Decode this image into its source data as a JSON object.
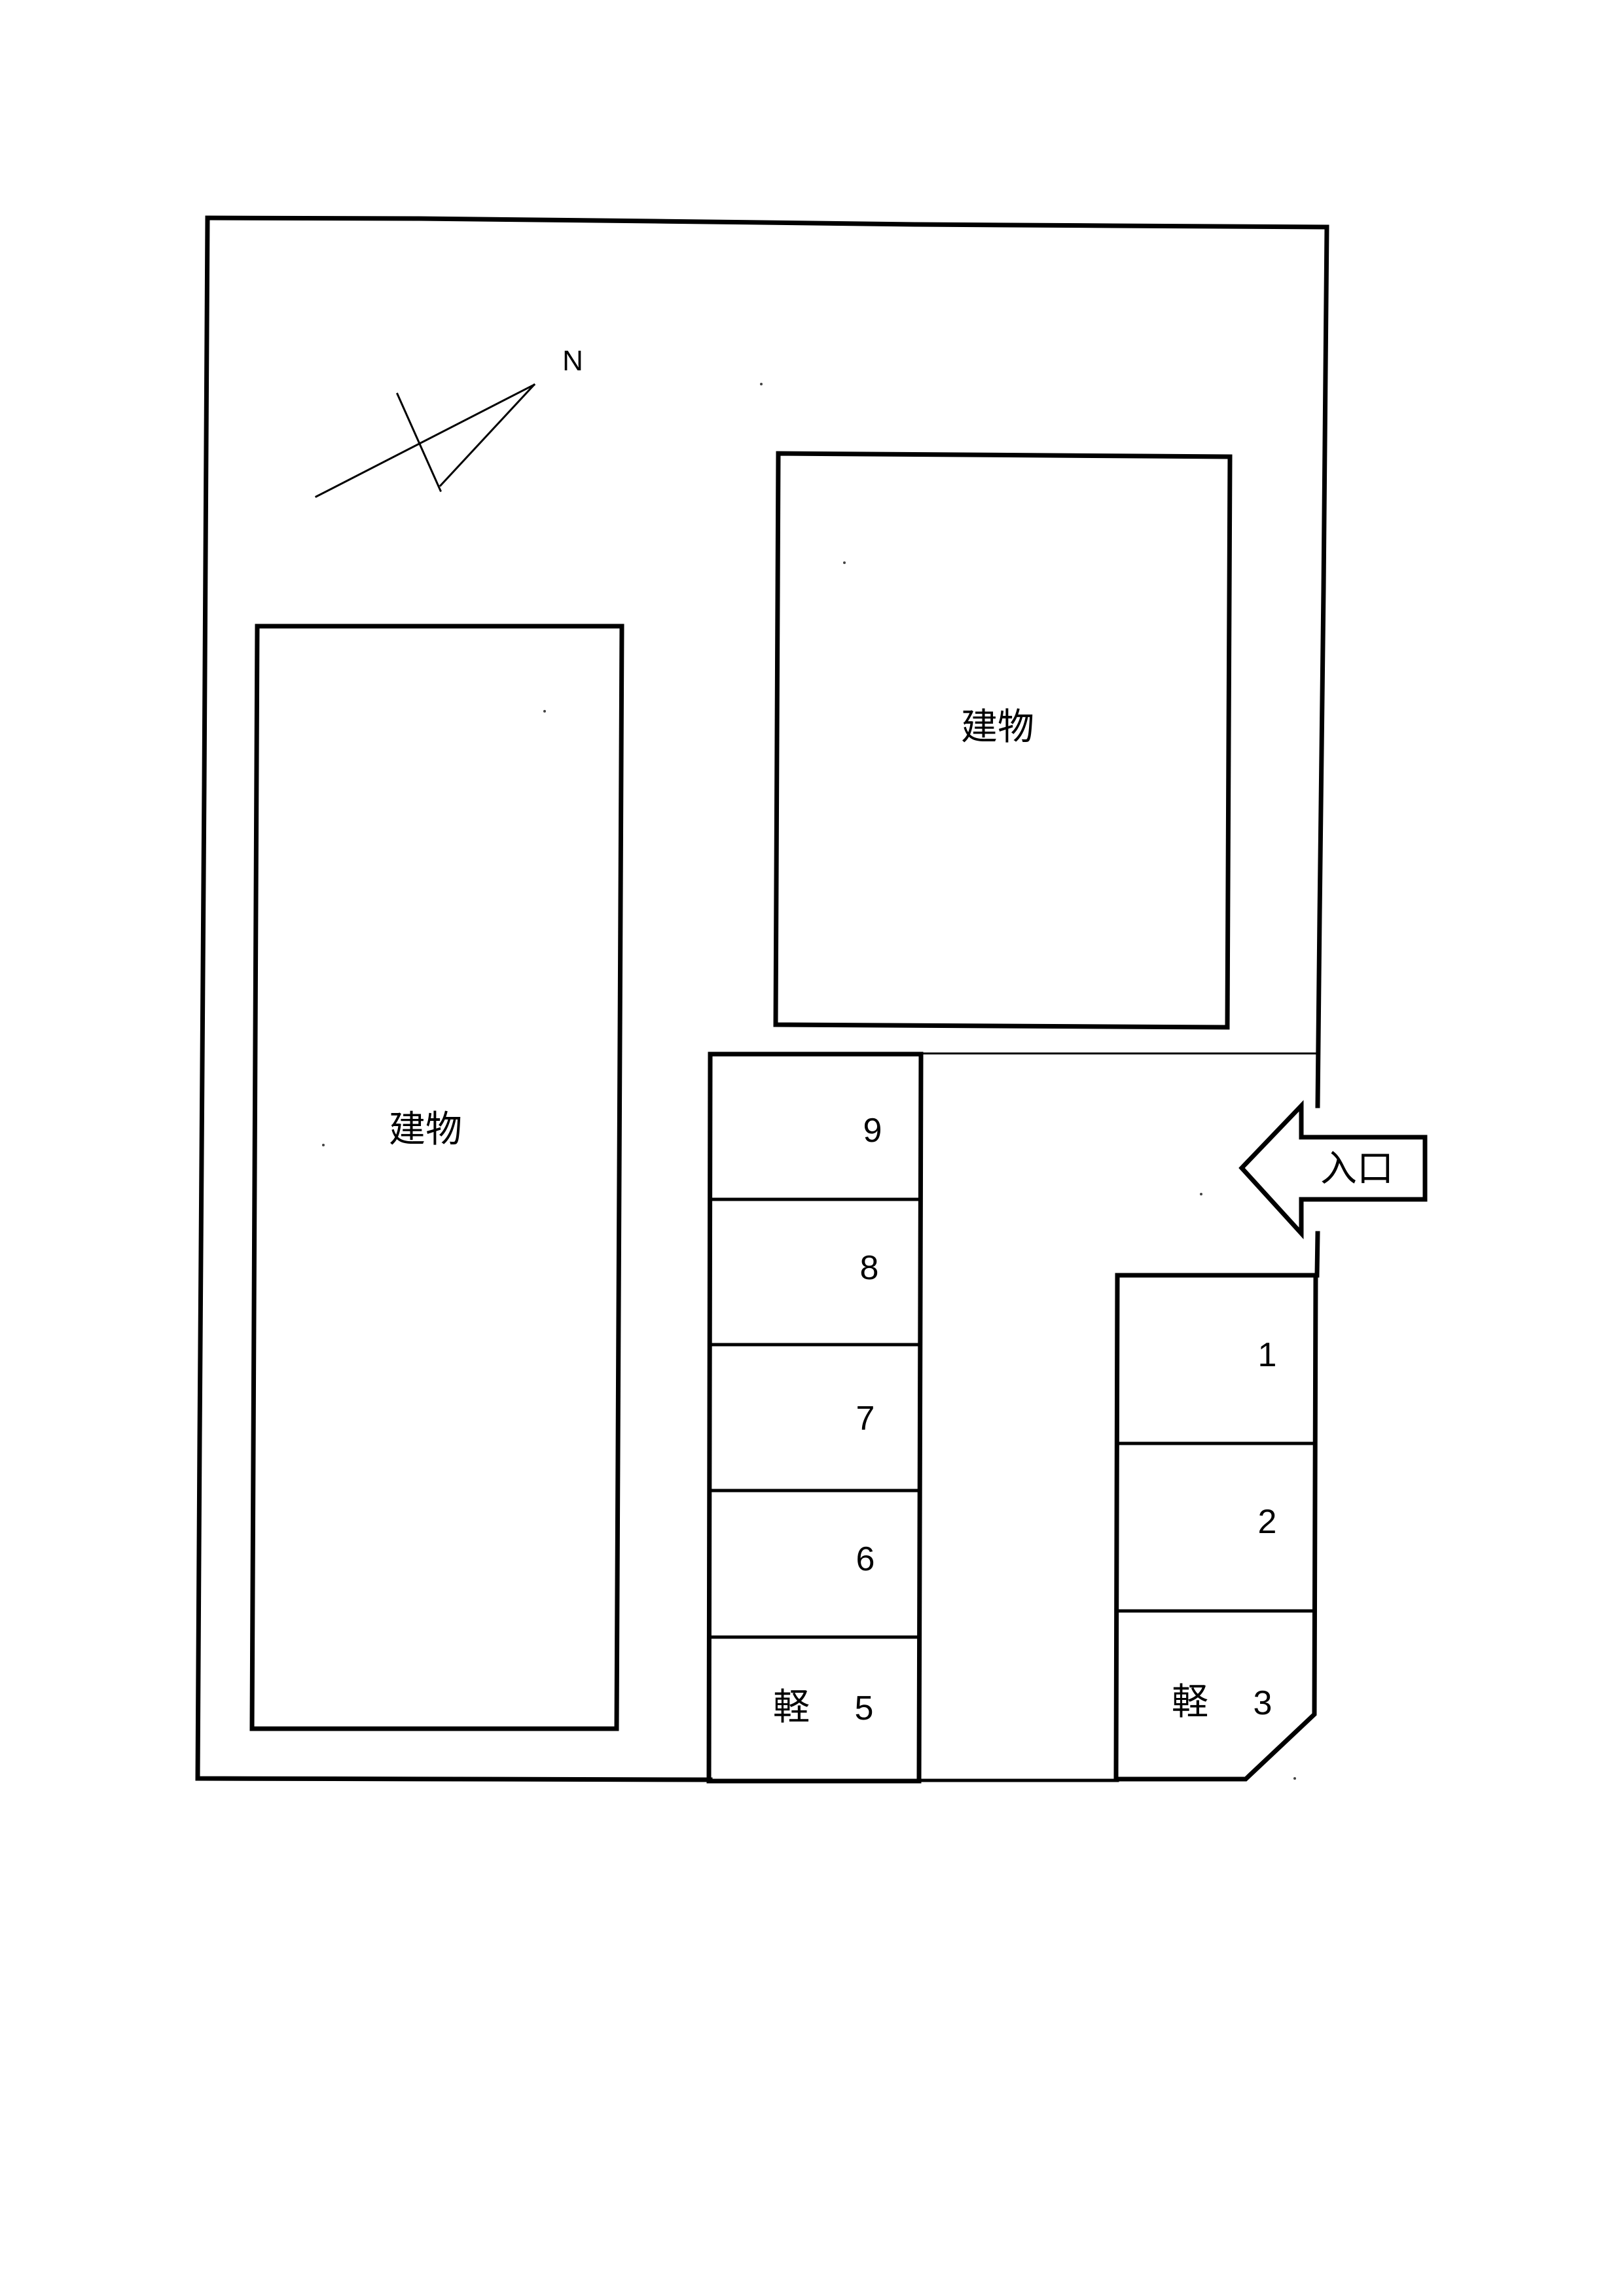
{
  "diagram": {
    "type": "parking-lot-site-plan",
    "compass": {
      "label": "N"
    },
    "buildings": [
      {
        "id": "left-building",
        "label": "建物"
      },
      {
        "id": "right-building",
        "label": "建物"
      }
    ],
    "entrance": {
      "label": "入口",
      "direction": "left"
    },
    "parking_spaces": [
      {
        "number": "1",
        "kei": ""
      },
      {
        "number": "2",
        "kei": ""
      },
      {
        "number": "3",
        "kei": "軽"
      },
      {
        "number": "5",
        "kei": "軽"
      },
      {
        "number": "6",
        "kei": ""
      },
      {
        "number": "7",
        "kei": ""
      },
      {
        "number": "8",
        "kei": ""
      },
      {
        "number": "9",
        "kei": ""
      }
    ],
    "colors": {
      "ink": "#000000",
      "paper": "#ffffff"
    }
  }
}
